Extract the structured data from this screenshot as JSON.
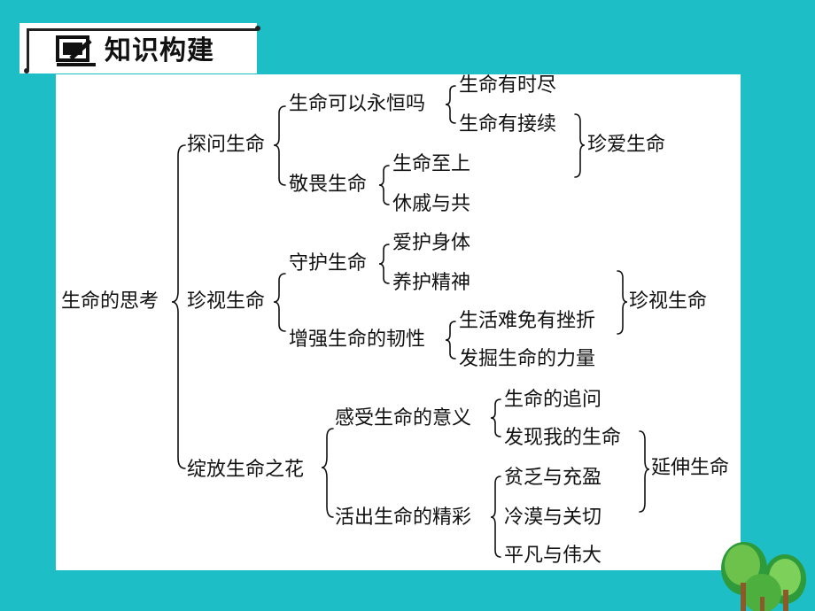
{
  "header": {
    "title": "知识构建",
    "icon": "blackboard-pencil-icon"
  },
  "mindmap": {
    "root": "生命的思考",
    "branches": [
      {
        "label": "探问生命",
        "subs": [
          {
            "label": "生命可以永恒吗",
            "leaves": [
              "生命有时尽",
              "生命有接续"
            ]
          },
          {
            "label": "敬畏生命",
            "leaves": [
              "生命至上",
              "休戚与共"
            ]
          }
        ],
        "conclusion": "珍爱生命"
      },
      {
        "label": "珍视生命",
        "subs": [
          {
            "label": "守护生命",
            "leaves": [
              "爱护身体",
              "养护精神"
            ]
          },
          {
            "label": "增强生命的韧性",
            "leaves": [
              "生活难免有挫折",
              "发掘生命的力量"
            ]
          }
        ],
        "conclusion": "珍视生命"
      },
      {
        "label": "绽放生命之花",
        "subs": [
          {
            "label": "感受生命的意义",
            "leaves": [
              "生命的追问",
              "发现我的生命"
            ]
          },
          {
            "label": "活出生命的精彩",
            "leaves": [
              "贫乏与充盈",
              "冷漠与关切",
              "平凡与伟大"
            ]
          }
        ],
        "conclusion": "延伸生命"
      }
    ]
  },
  "colors": {
    "background": "#1dbec5",
    "panel": "#ffffff",
    "text": "#111111"
  },
  "decoration": "tree-icon"
}
